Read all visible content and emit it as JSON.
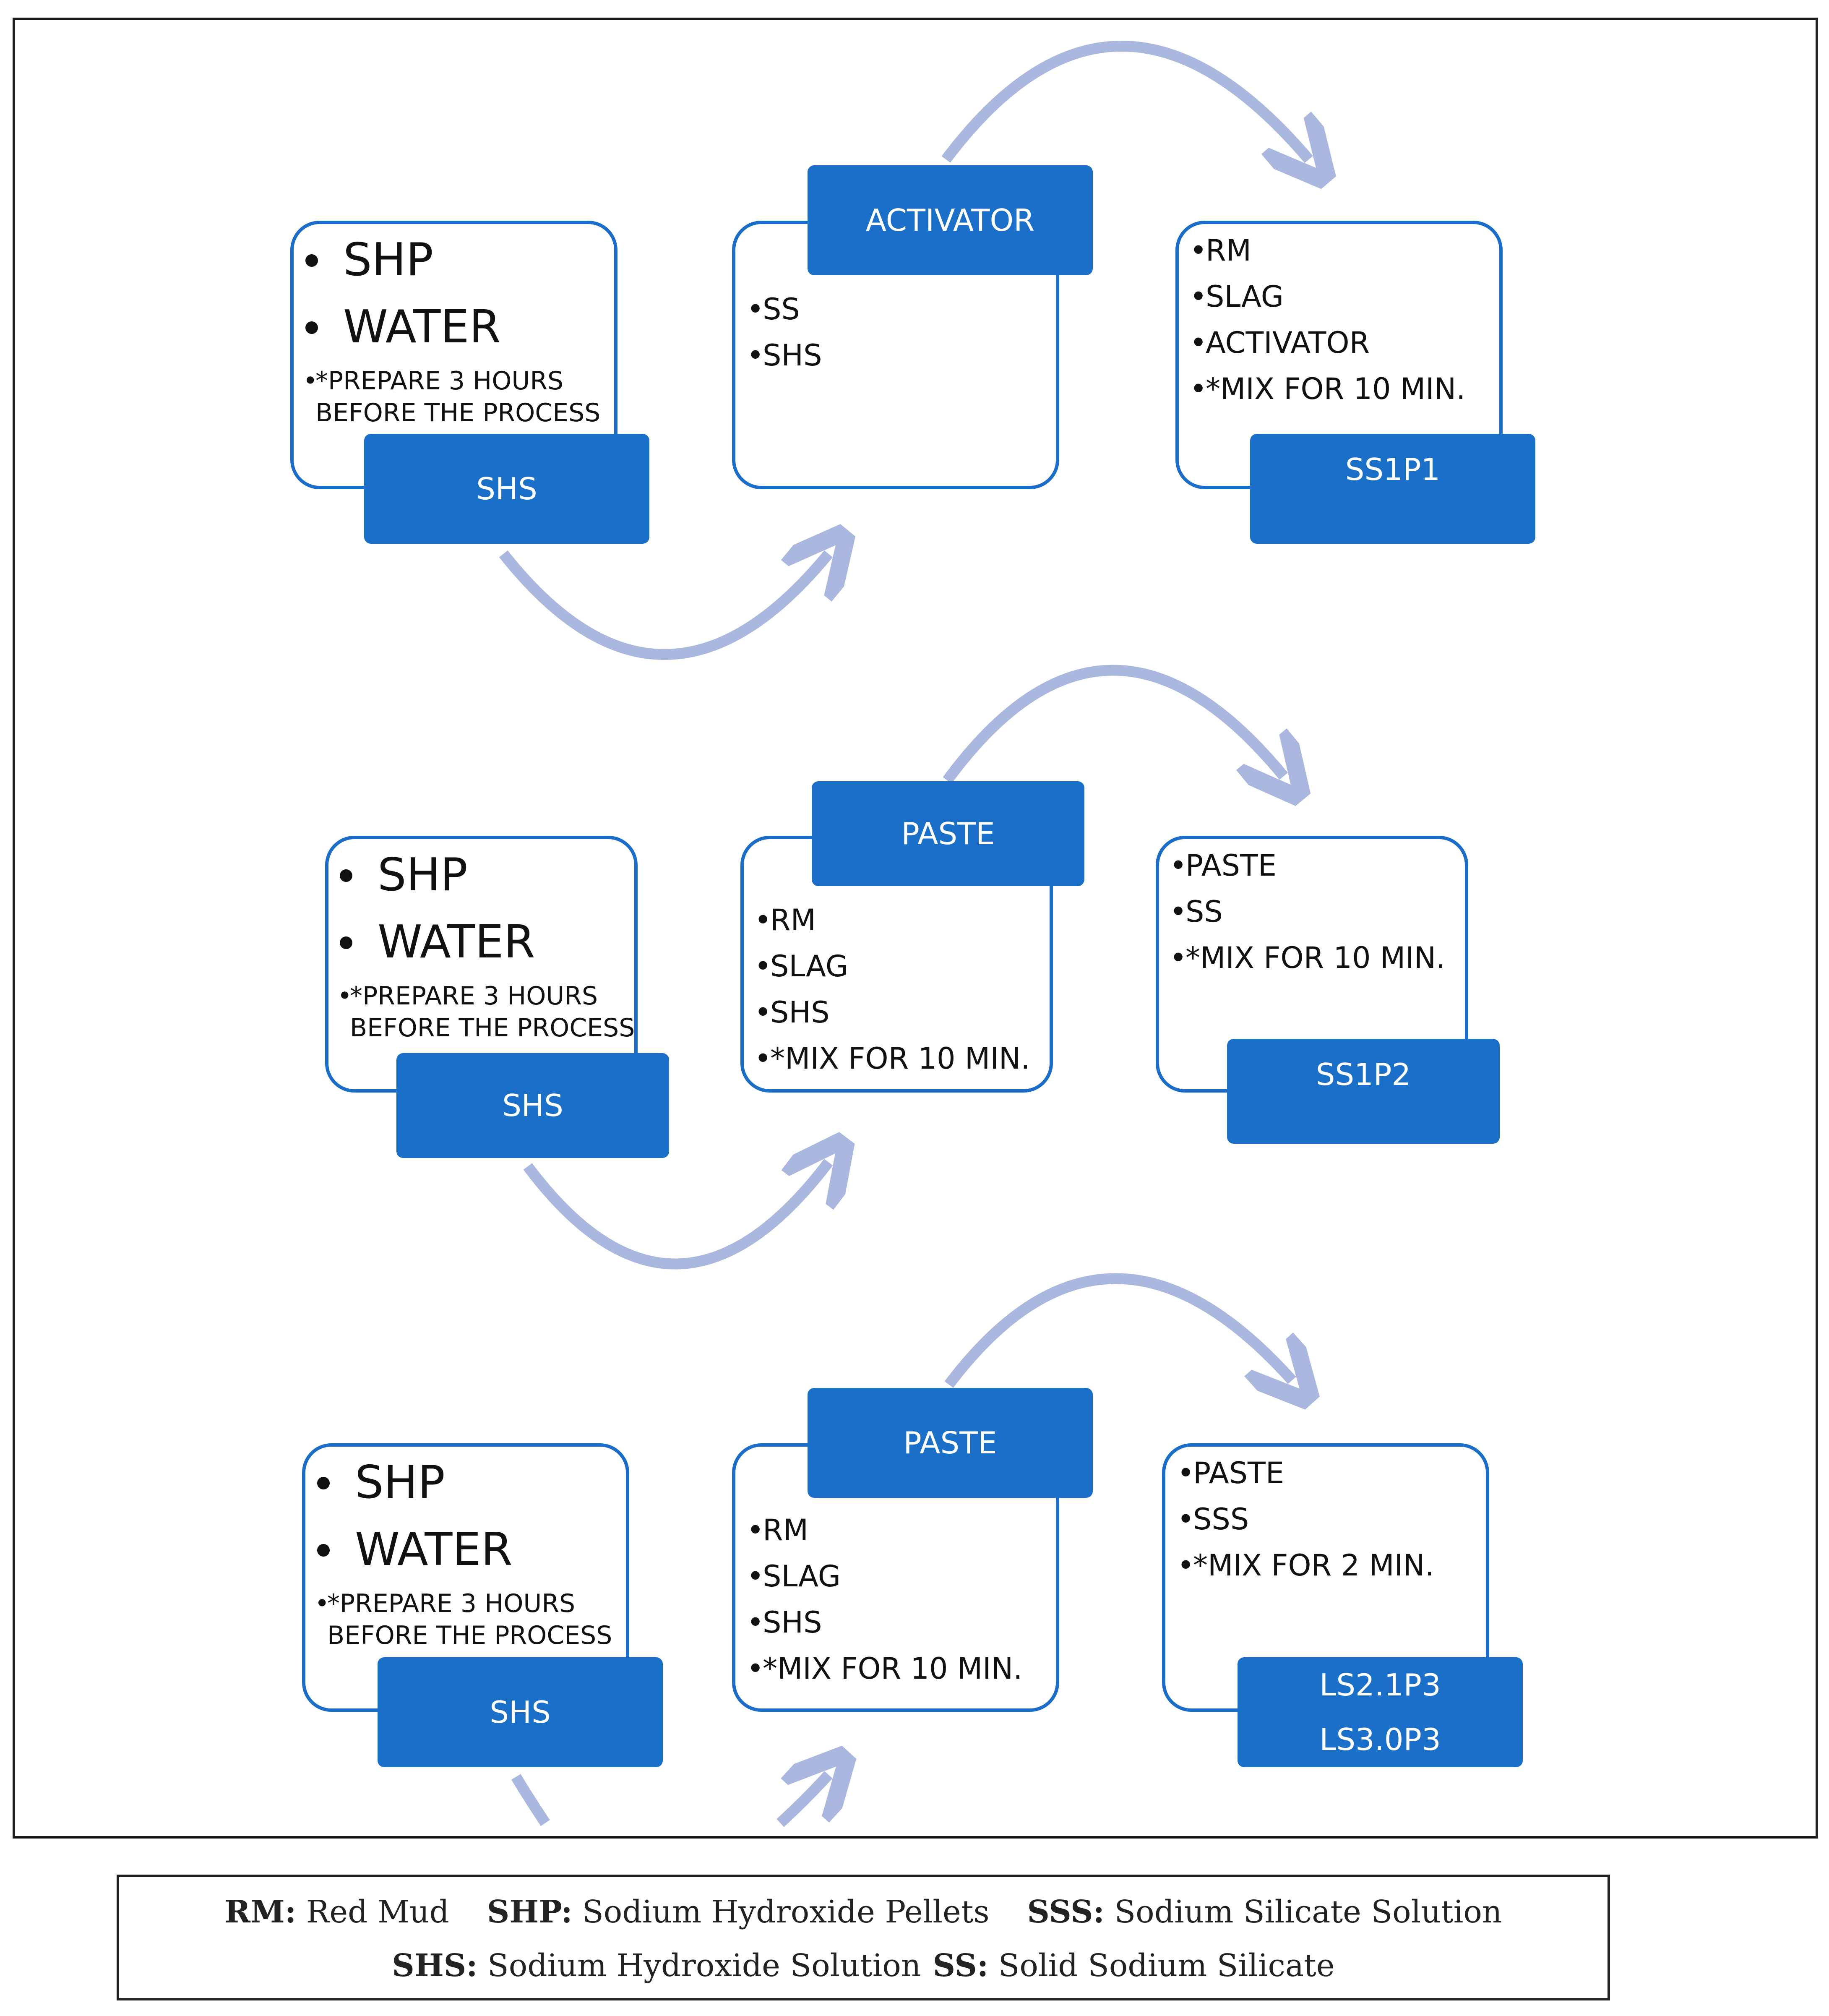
{
  "rows": [
    {
      "shs_box": {
        "items": [
          "SHP",
          "WATER"
        ],
        "note_line1": "*PREPARE 3 HOURS",
        "note_line2": "BEFORE THE PROCESS",
        "tab": "SHS"
      },
      "middle_box": {
        "tab": "ACTIVATOR",
        "items": [
          "SS",
          "SHS"
        ]
      },
      "right_box": {
        "items": [
          "RM",
          "SLAG",
          "ACTIVATOR",
          "*MIX FOR 10 MIN."
        ],
        "tab_lines": [
          "SS1P1"
        ]
      }
    },
    {
      "shs_box": {
        "items": [
          "SHP",
          "WATER"
        ],
        "note_line1": "*PREPARE 3 HOURS",
        "note_line2": "BEFORE THE PROCESS",
        "tab": "SHS"
      },
      "middle_box": {
        "tab": "PASTE",
        "items": [
          "RM",
          "SLAG",
          "SHS",
          "*MIX FOR 10 MIN."
        ]
      },
      "right_box": {
        "items": [
          "PASTE",
          "SS",
          "*MIX FOR 10 MIN."
        ],
        "tab_lines": [
          "SS1P2"
        ]
      }
    },
    {
      "shs_box": {
        "items": [
          "SHP",
          "WATER"
        ],
        "note_line1": "*PREPARE 3 HOURS",
        "note_line2": "BEFORE THE PROCESS",
        "tab": "SHS"
      },
      "middle_box": {
        "tab": "PASTE",
        "items": [
          "RM",
          "SLAG",
          "SHS",
          "*MIX FOR 10 MIN."
        ]
      },
      "right_box": {
        "items": [
          "PASTE",
          "SSS",
          "*MIX FOR 2 MIN."
        ],
        "tab_lines": [
          "LS2.1P3",
          "LS3.0P3"
        ]
      }
    }
  ],
  "legend": {
    "line1": [
      {
        "abbr": "RM:",
        "text": " Red Mud"
      },
      {
        "abbr": "SHP:",
        "text": " Sodium Hydroxide Pellets"
      },
      {
        "abbr": "SSS:",
        "text": " Sodium Silicate Solution"
      }
    ],
    "line2": [
      {
        "abbr": "SHS:",
        "text": " Sodium Hydroxide Solution"
      },
      {
        "abbr": "SS:",
        "text": " Solid Sodium Silicate"
      }
    ]
  },
  "colors": {
    "box_border": "#1a6dc8",
    "tab_fill": "#1a70c8",
    "arrow": "#aab8df"
  }
}
